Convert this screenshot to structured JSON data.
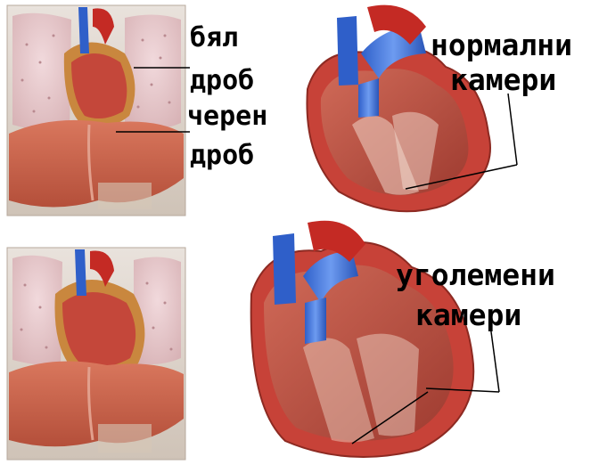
{
  "labels": {
    "white_lung_line1": "бял",
    "white_lung_line2": "дроб",
    "liver_line1": "черен",
    "liver_line2": "дроб",
    "normal_line1": "нормални",
    "normal_line2": "камери",
    "enlarged_line1": "уголемени",
    "enlarged_line2": "камери"
  },
  "colors": {
    "lung": "#e4c6c9",
    "liver": "#c9624b",
    "heart": "#c53a32",
    "vessel_blue": "#3b6fd8",
    "vessel_red": "#c42a24",
    "muscle": "#b04a3c"
  }
}
